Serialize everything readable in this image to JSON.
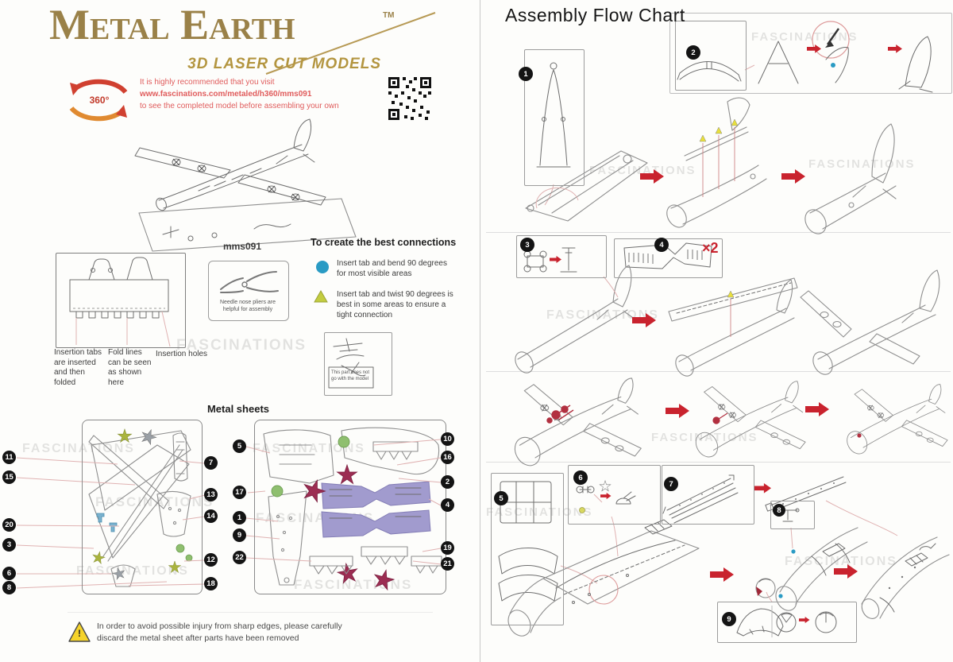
{
  "left": {
    "logo": {
      "title": "Metal Earth",
      "tm": "TM",
      "subtitle": "3D LASER CUT MODELS"
    },
    "badge_360": "360°",
    "intro": {
      "line1": "It is highly recommended that you visit",
      "line2": "www.fascinations.com/metaled/h360/mms091",
      "line3": "to see the completed model before assembling your own"
    },
    "model_code": "mms091",
    "connections": {
      "heading": "To create the best connections",
      "bend": "Insert tab and bend 90 degrees for most visible areas",
      "twist": "Insert tab and twist 90 degrees is best in some areas to ensure a tight connection"
    },
    "tab_diagram": {
      "tabs_label": "Insertion tabs are inserted and then folded",
      "fold_label": "Fold lines can be seen as shown here",
      "holes_label": "Insertion holes"
    },
    "pliers_note": "Needle nose pliers are helpful for assembly",
    "trim_note": "This part does not go with the model",
    "sheets": {
      "heading": "Metal sheets",
      "sheet1": {
        "left": [
          "11",
          "15",
          "20",
          "3",
          "6",
          "8"
        ],
        "right": [
          "7",
          "13",
          "14",
          "12",
          "18"
        ]
      },
      "sheet2": {
        "left": [
          "5",
          "17",
          "1",
          "9",
          "22"
        ],
        "right": [
          "10",
          "16",
          "2",
          "4",
          "19",
          "21"
        ]
      }
    },
    "warning": {
      "mark": "!",
      "line1": "In order to avoid possible injury from sharp edges, please carefully",
      "line2": "discard the metal sheet after parts have been removed"
    }
  },
  "right": {
    "title": "Assembly Flow Chart",
    "steps": [
      "1",
      "2",
      "3",
      "4",
      "5",
      "6",
      "7",
      "8",
      "9"
    ],
    "x2": "×2"
  },
  "watermark": "FASCINATIONS",
  "colors": {
    "accent_red": "#c9232e",
    "text_red": "#e05c5c",
    "gold": "#9a8148",
    "blue_dot": "#2a9bc4",
    "warn_yellow": "#f5d32a",
    "lime": "#c3cc3f",
    "purple": "#a19bce",
    "maroon": "#9c2d52"
  }
}
